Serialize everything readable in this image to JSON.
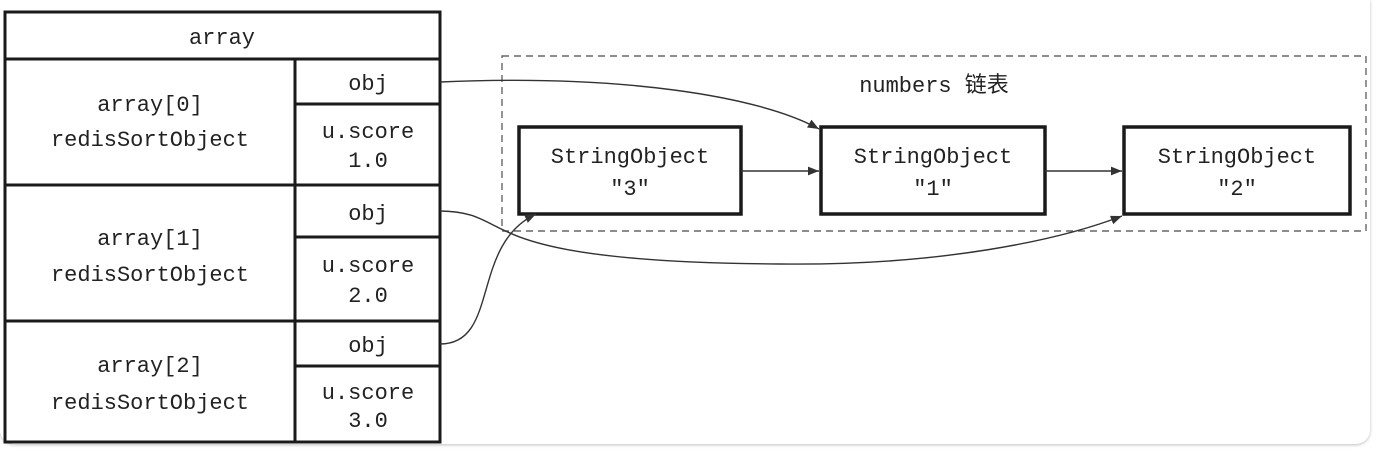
{
  "array": {
    "header": "array",
    "rows": [
      {
        "label": "array[0]",
        "type": "redisSortObject",
        "obj": "obj",
        "score_label": "u.score",
        "score": "1.0"
      },
      {
        "label": "array[1]",
        "type": "redisSortObject",
        "obj": "obj",
        "score_label": "u.score",
        "score": "2.0"
      },
      {
        "label": "array[2]",
        "type": "redisSortObject",
        "obj": "obj",
        "score_label": "u.score",
        "score": "3.0"
      }
    ]
  },
  "list": {
    "title": "numbers 链表",
    "nodes": [
      {
        "type": "StringObject",
        "value": "\"3\""
      },
      {
        "type": "StringObject",
        "value": "\"1\""
      },
      {
        "type": "StringObject",
        "value": "\"2\""
      }
    ]
  },
  "pointers": [
    {
      "from": "array[0].obj",
      "to": 1
    },
    {
      "from": "array[1].obj",
      "to": 2
    },
    {
      "from": "array[2].obj",
      "to": 0
    }
  ]
}
